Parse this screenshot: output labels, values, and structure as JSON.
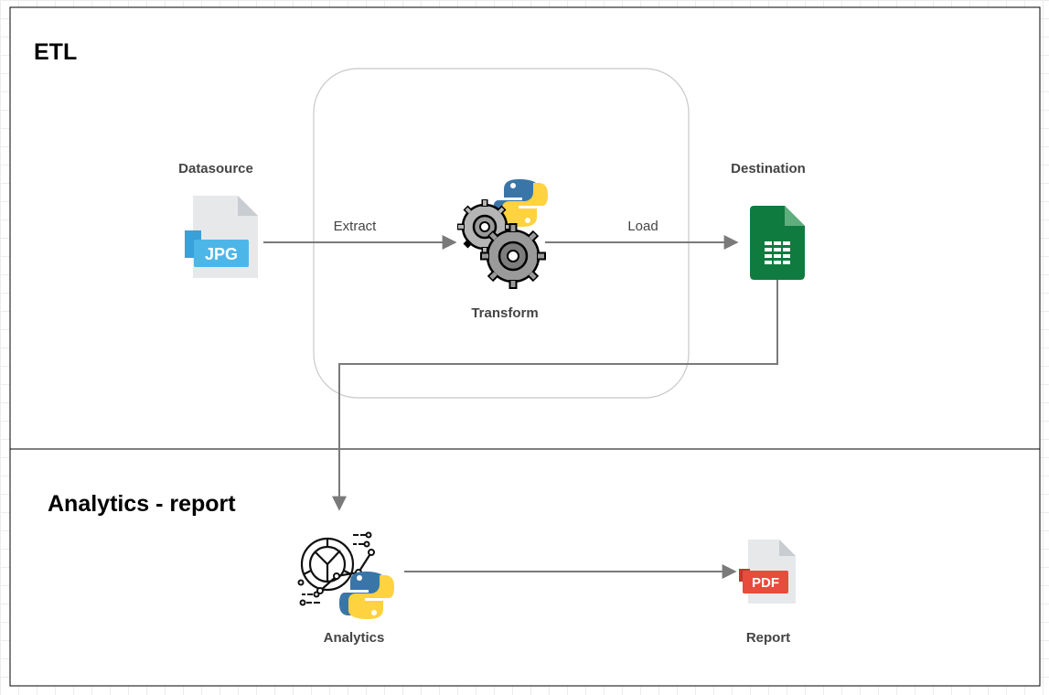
{
  "sections": {
    "etl": "ETL",
    "analytics": "Analytics - report"
  },
  "nodes": {
    "datasource": "Datasource",
    "transform": "Transform",
    "destination": "Destination",
    "analytics": "Analytics",
    "report": "Report"
  },
  "edges": {
    "extract": "Extract",
    "load": "Load"
  },
  "icons": {
    "datasource": {
      "name": "jpg-file-icon",
      "badge": "JPG"
    },
    "transform": {
      "name": "gears-python-icon"
    },
    "destination": {
      "name": "google-sheets-icon"
    },
    "analytics": {
      "name": "analytics-python-icon"
    },
    "report": {
      "name": "pdf-file-icon",
      "badge": "PDF"
    }
  },
  "colors": {
    "python_blue": "#3a75a8",
    "python_yellow": "#ffd23f",
    "sheets_green": "#0f7b3f",
    "jpg_blue": "#4db6e8",
    "pdf_red": "#e74c3c",
    "arrow": "#7a7a7a"
  }
}
